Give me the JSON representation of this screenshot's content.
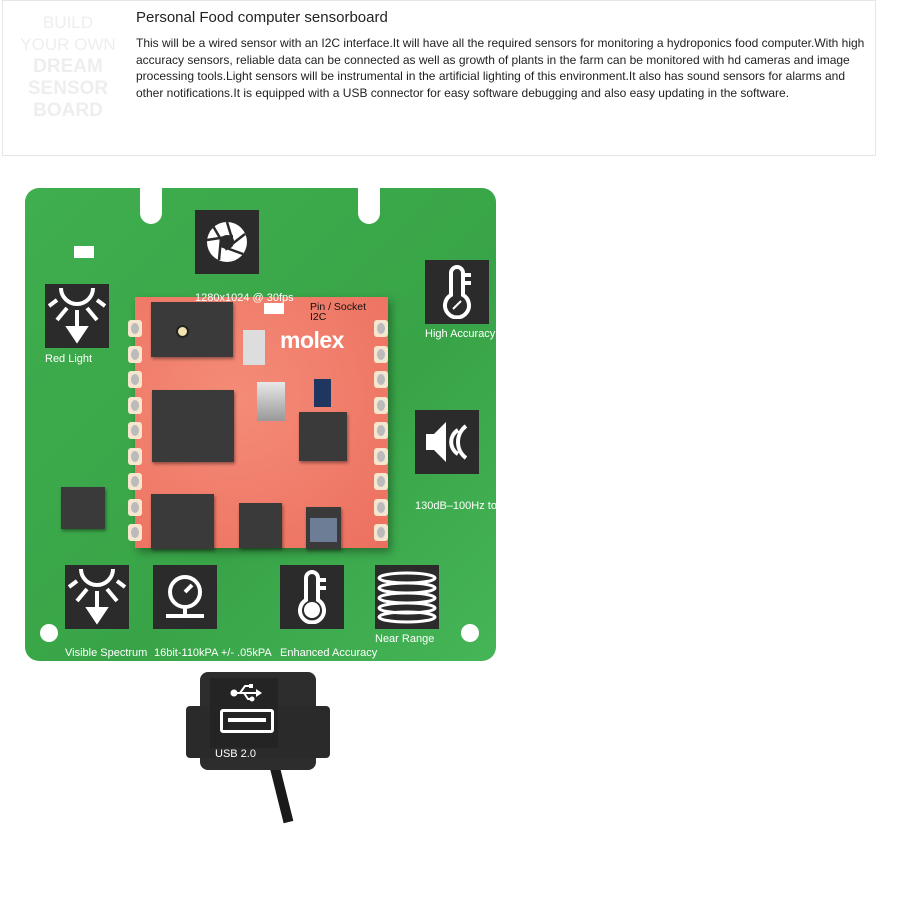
{
  "logo": {
    "line1": "BUILD",
    "line2": "YOUR OWN",
    "line3": "DREAM",
    "line4": "SENSOR",
    "line5": "BOARD"
  },
  "card": {
    "title": "Personal Food computer sensorboard",
    "description": "This will be a wired sensor with an I2C interface.It will have all the required sensors for monitoring a hydroponics food computer.With high accuracy sensors, reliable data can be connected as well as growth of plants in the farm can be monitored with hd cameras and image processing tools.Light sensors will be instrumental in the artificial lighting of this environment.It also has sound sensors for alarms and other notifications.It is equipped with a USB connector for easy software debugging and also easy updating in the software."
  },
  "board": {
    "brand": "molex",
    "pin_label": "Pin / Socket",
    "pin_sub": "I2C",
    "sensors": [
      {
        "icon": "camera-aperture-icon",
        "label": "1280x1024 @ 30fps"
      },
      {
        "icon": "light-rays-icon",
        "label": "Red Light"
      },
      {
        "icon": "thermometer-percent-icon",
        "label": "High Accuracy"
      },
      {
        "icon": "speaker-icon",
        "label": "130dB–100Hz to"
      },
      {
        "icon": "light-rays-icon",
        "label": "Visible Spectrum"
      },
      {
        "icon": "pressure-gauge-icon",
        "label": "16bit-110kPA +/- .05kPA"
      },
      {
        "icon": "thermometer-icon",
        "label": "Enhanced Accuracy"
      },
      {
        "icon": "coil-icon",
        "label": "Near Range"
      },
      {
        "icon": "usb-icon",
        "label": "USB 2.0"
      }
    ]
  },
  "colors": {
    "board": "#3fae4e",
    "module": "#f07a68",
    "icon_bg": "#2b2b2b"
  }
}
